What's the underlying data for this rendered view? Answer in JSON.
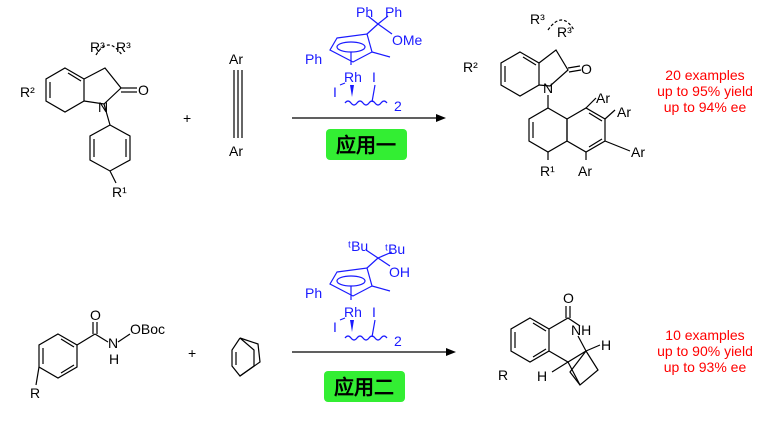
{
  "reaction1": {
    "substrate": {
      "R3a": "R³",
      "R3b": "R³",
      "R2": "R²",
      "O": "O",
      "N": "N",
      "R1": "R¹"
    },
    "plus": "+",
    "alkyne": {
      "Ar_top": "Ar",
      "Ar_bottom": "Ar"
    },
    "catalyst": {
      "Ph1": "Ph",
      "Ph2": "Ph",
      "OMe": "OMe",
      "Ph3": "Ph",
      "Rh": "Rh",
      "I1": "I",
      "I2": "I",
      "sub": "2"
    },
    "label": "应用一",
    "product": {
      "R3a": "R³",
      "R3b": "R³",
      "R2": "R²",
      "O": "O",
      "N": "N",
      "Ar1": "Ar",
      "Ar2": "Ar",
      "Ar3": "Ar",
      "Ar4": "Ar",
      "R1": "R¹"
    },
    "results": [
      "20 examples",
      "up to 95% yield",
      "up to 94% ee"
    ]
  },
  "reaction2": {
    "substrate": {
      "O": "O",
      "N": "N",
      "H": "H",
      "OBoc": "OBoc",
      "R": "R"
    },
    "plus": "+",
    "catalyst": {
      "tBu1": "ᵗBu",
      "tBu2": "ᵗBu",
      "OH": "OH",
      "Ph": "Ph",
      "Rh": "Rh",
      "I1": "I",
      "I2": "I",
      "sub": "2"
    },
    "label": "应用二",
    "product": {
      "O": "O",
      "NH": "NH",
      "H1": "H",
      "H2": "H",
      "R": "R"
    },
    "results": [
      "10 examples",
      "up to 90% yield",
      "up to 93% ee"
    ]
  },
  "colors": {
    "catalyst": "#1a1aff",
    "results": "#ff0000",
    "label_box": "#33ee33"
  }
}
